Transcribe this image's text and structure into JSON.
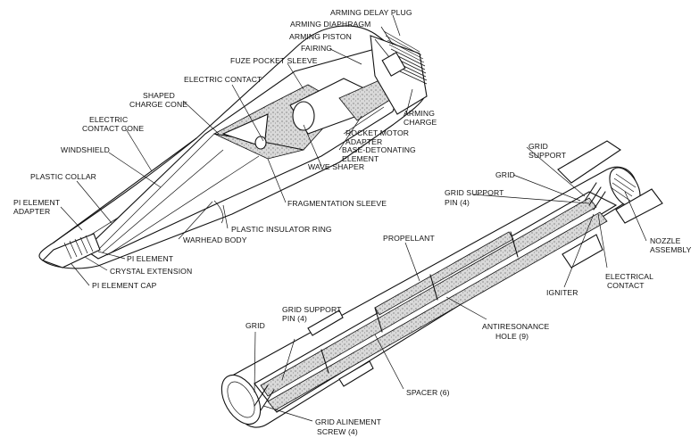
{
  "labels": {
    "arming_delay_plug": "ARMING DELAY PLUG",
    "arming_diaphragm": "ARMING DIAPHRAGM",
    "arming_piston": "ARMING PISTON",
    "fairing": "FAIRING",
    "fuze_pocket_sleeve": "FUZE POCKET SLEEVE",
    "electric_contact": "ELECTRIC CONTACT",
    "shaped_charge_cone_1": "SHAPED",
    "shaped_charge_cone_2": "CHARGE CONE",
    "electric_contact_cone_1": "ELECTRIC",
    "electric_contact_cone_2": "CONTACT CONE",
    "windshield": "WINDSHIELD",
    "plastic_collar": "PLASTIC COLLAR",
    "pi_element_adapter_1": "PI ELEMENT",
    "pi_element_adapter_2": "ADAPTER",
    "pi_element": "PI ELEMENT",
    "crystal_extension": "CRYSTAL EXTENSION",
    "pi_element_cap": "PI ELEMENT CAP",
    "warhead_body": "WARHEAD BODY",
    "plastic_insulator_ring": "PLASTIC INSULATOR RING",
    "fragmentation_sleeve": "FRAGMENTATION SLEEVE",
    "wave_shaper": "WAVE SHAPER",
    "base_detonating_1": "BASE-DETONATING",
    "base_detonating_2": "ELEMENT",
    "rocket_motor_adapter_1": "ROCKET MOTOR",
    "rocket_motor_adapter_2": "ADAPTER",
    "arming_charge_1": "ARMING",
    "arming_charge_2": "CHARGE",
    "grid_support_top_1": "GRID",
    "grid_support_top_2": "SUPPORT",
    "grid_top": "GRID",
    "grid_support_pin_top_1": "GRID SUPPORT",
    "grid_support_pin_top_2": "PIN (4)",
    "nozzle_assembly_1": "NOZZLE",
    "nozzle_assembly_2": "ASSEMBLY",
    "electrical_contact_1": "ELECTRICAL",
    "electrical_contact_2": "CONTACT",
    "igniter": "IGNITER",
    "propellant": "PROPELLANT",
    "antiresonance_hole_1": "ANTIRESONANCE",
    "antiresonance_hole_2": "HOLE (9)",
    "spacer": "SPACER (6)",
    "grid_support_pin_bottom_1": "GRID SUPPORT",
    "grid_support_pin_bottom_2": "PIN (4)",
    "grid_bottom": "GRID",
    "grid_alinement_screw_1": "GRID ALINEMENT",
    "grid_alinement_screw_2": "SCREW (4)"
  }
}
